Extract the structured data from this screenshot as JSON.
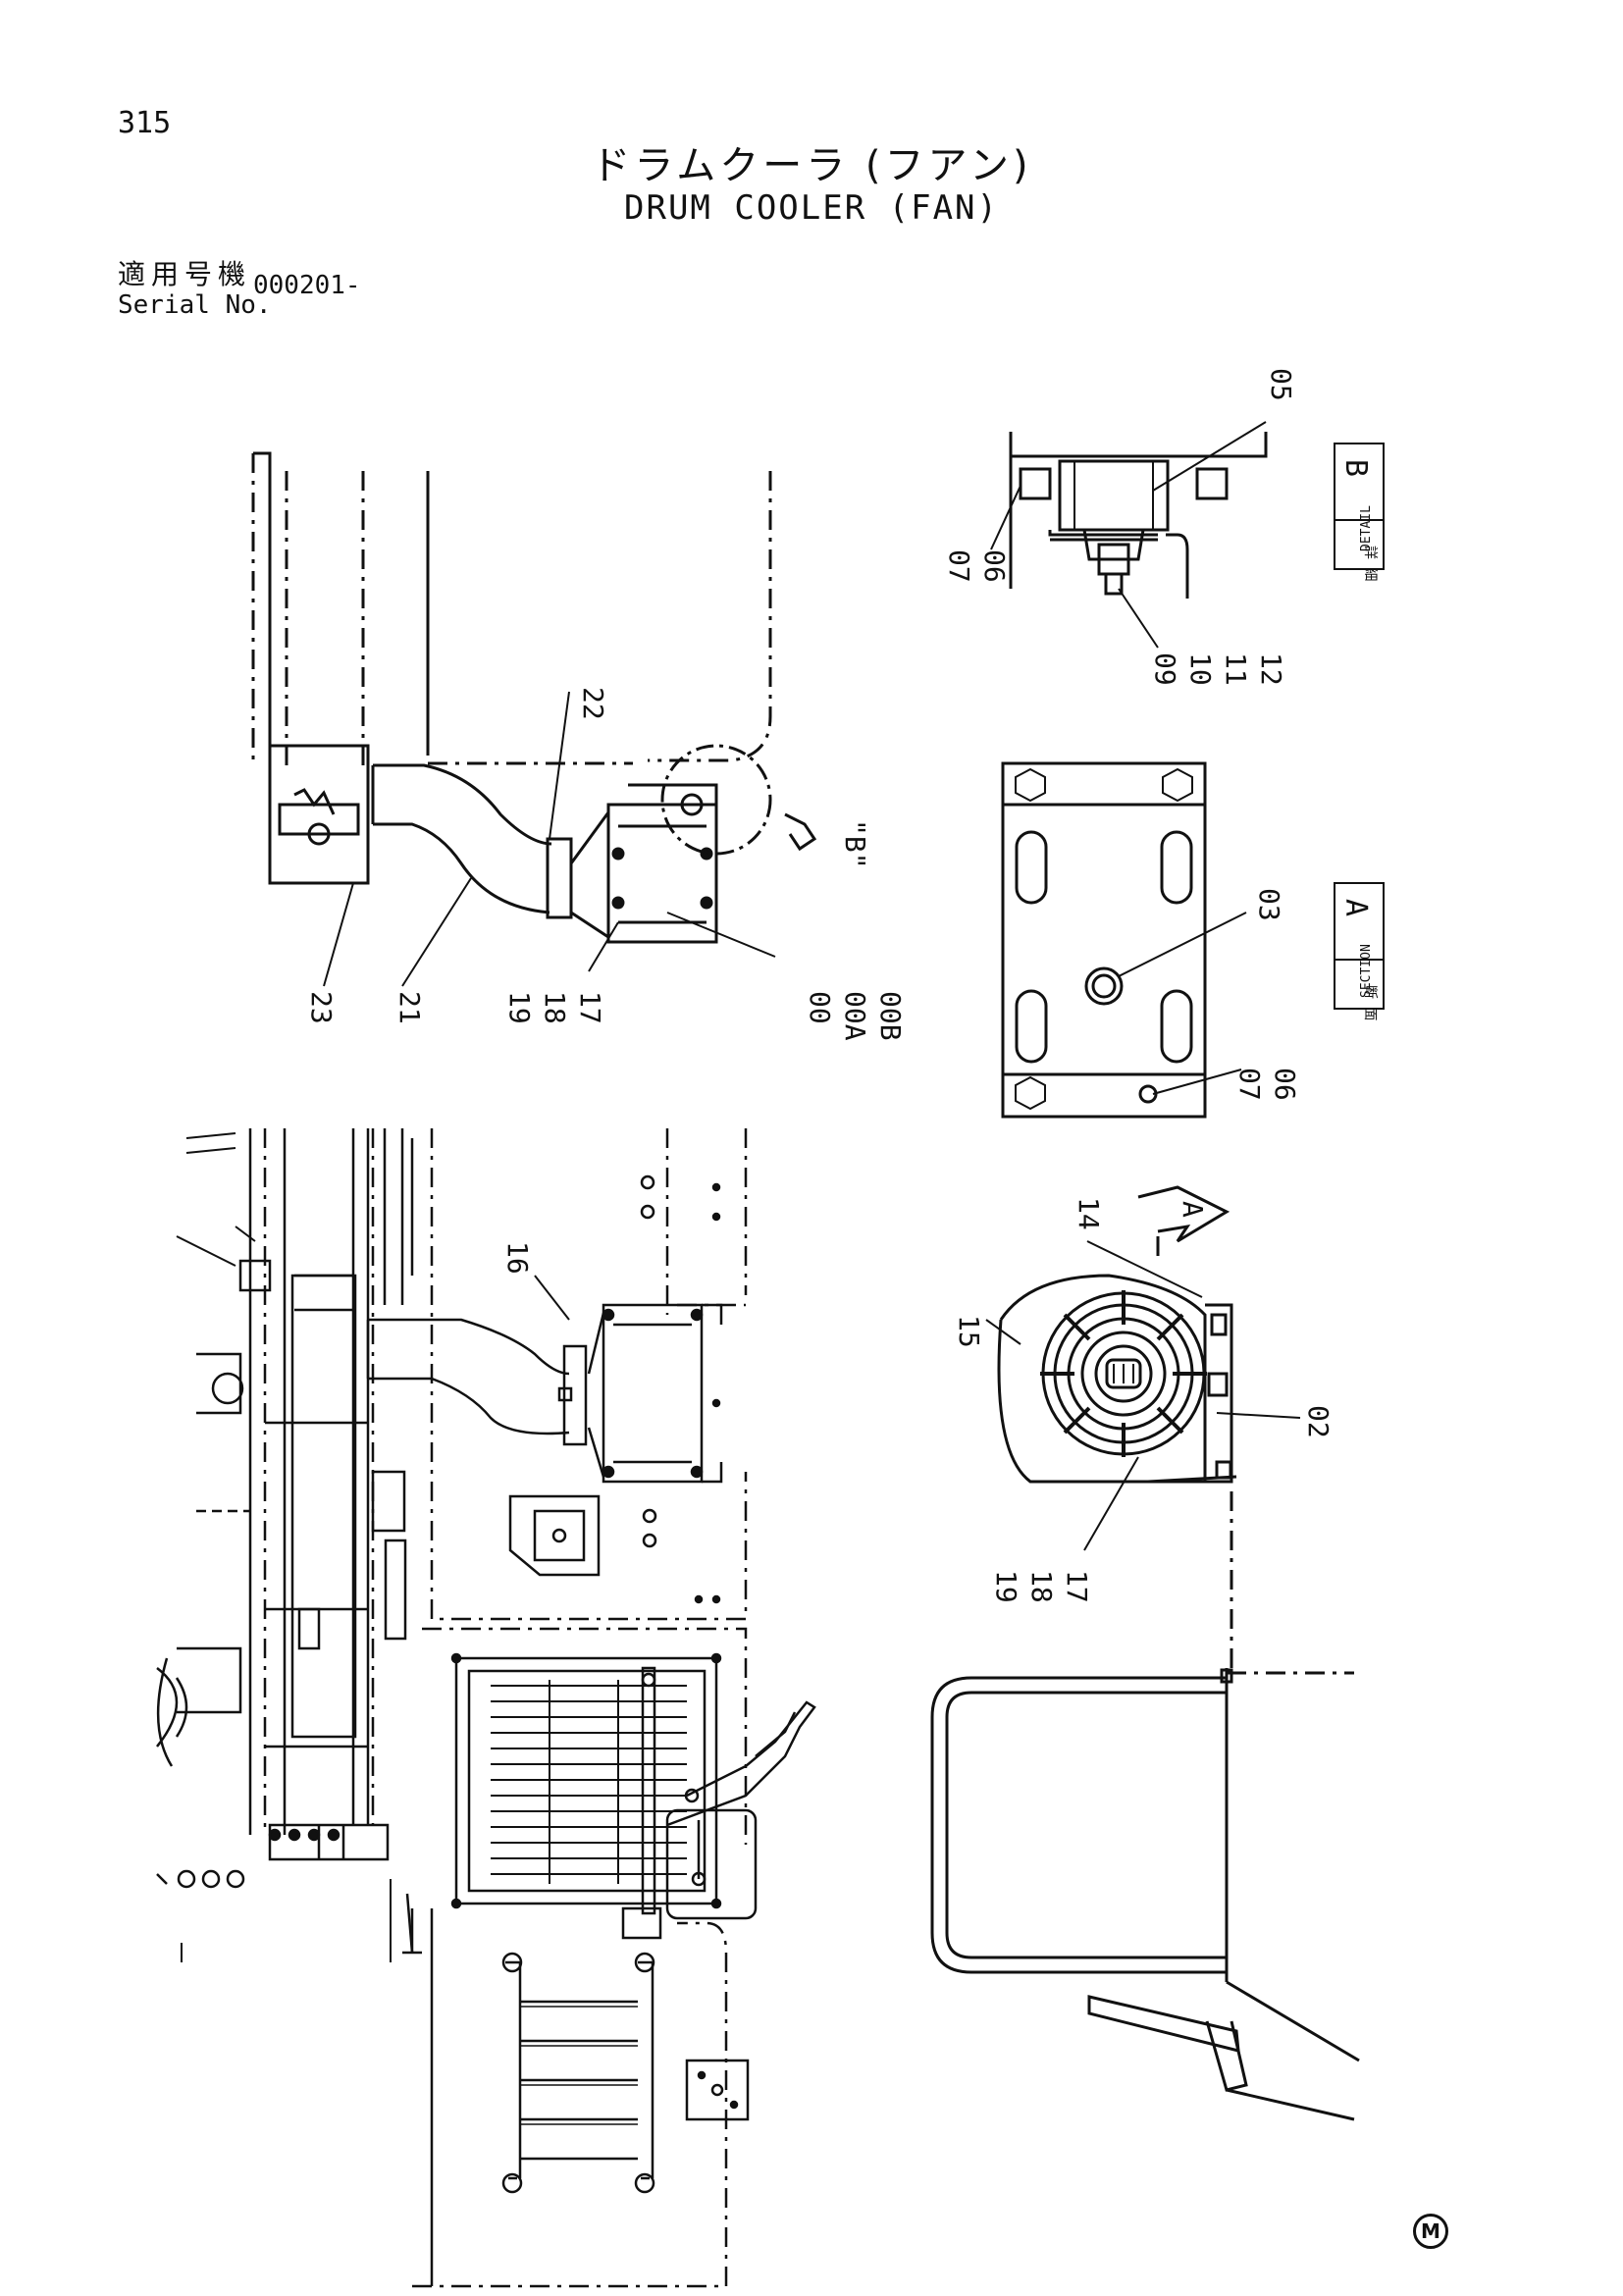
{
  "header": {
    "page_number": "315",
    "title_jp": "ドラムクーラ (フアン)",
    "title_en": "DRUM COOLER (FAN)",
    "serial_label_jp": "適用号機",
    "serial_label_en": "Serial No.",
    "serial_value": "000201-"
  },
  "callouts": {
    "c05": "05",
    "c07a": "07",
    "c06a": "06",
    "c09": "09",
    "c10": "10",
    "c11": "11",
    "c12": "12",
    "c22": "22",
    "c23": "23",
    "c21": "21",
    "c19a": "19",
    "c18a": "18",
    "c17a": "17",
    "c00": "00",
    "c00a": "00A",
    "c00b": "00B",
    "c03": "03",
    "c07b": "07",
    "c06b": "06",
    "c16": "16",
    "c14": "14",
    "c15": "15",
    "c02": "02",
    "c19b": "19",
    "c18b": "18",
    "c17b": "17",
    "view_b": "\"B\"",
    "view_a": "A"
  },
  "detail_b": {
    "jp": "詳 細",
    "en": "DETAIL",
    "letter": "B"
  },
  "section_a": {
    "jp": "断 面",
    "en": "SECTION",
    "letter": "A"
  },
  "footer": {
    "mark": "M"
  }
}
